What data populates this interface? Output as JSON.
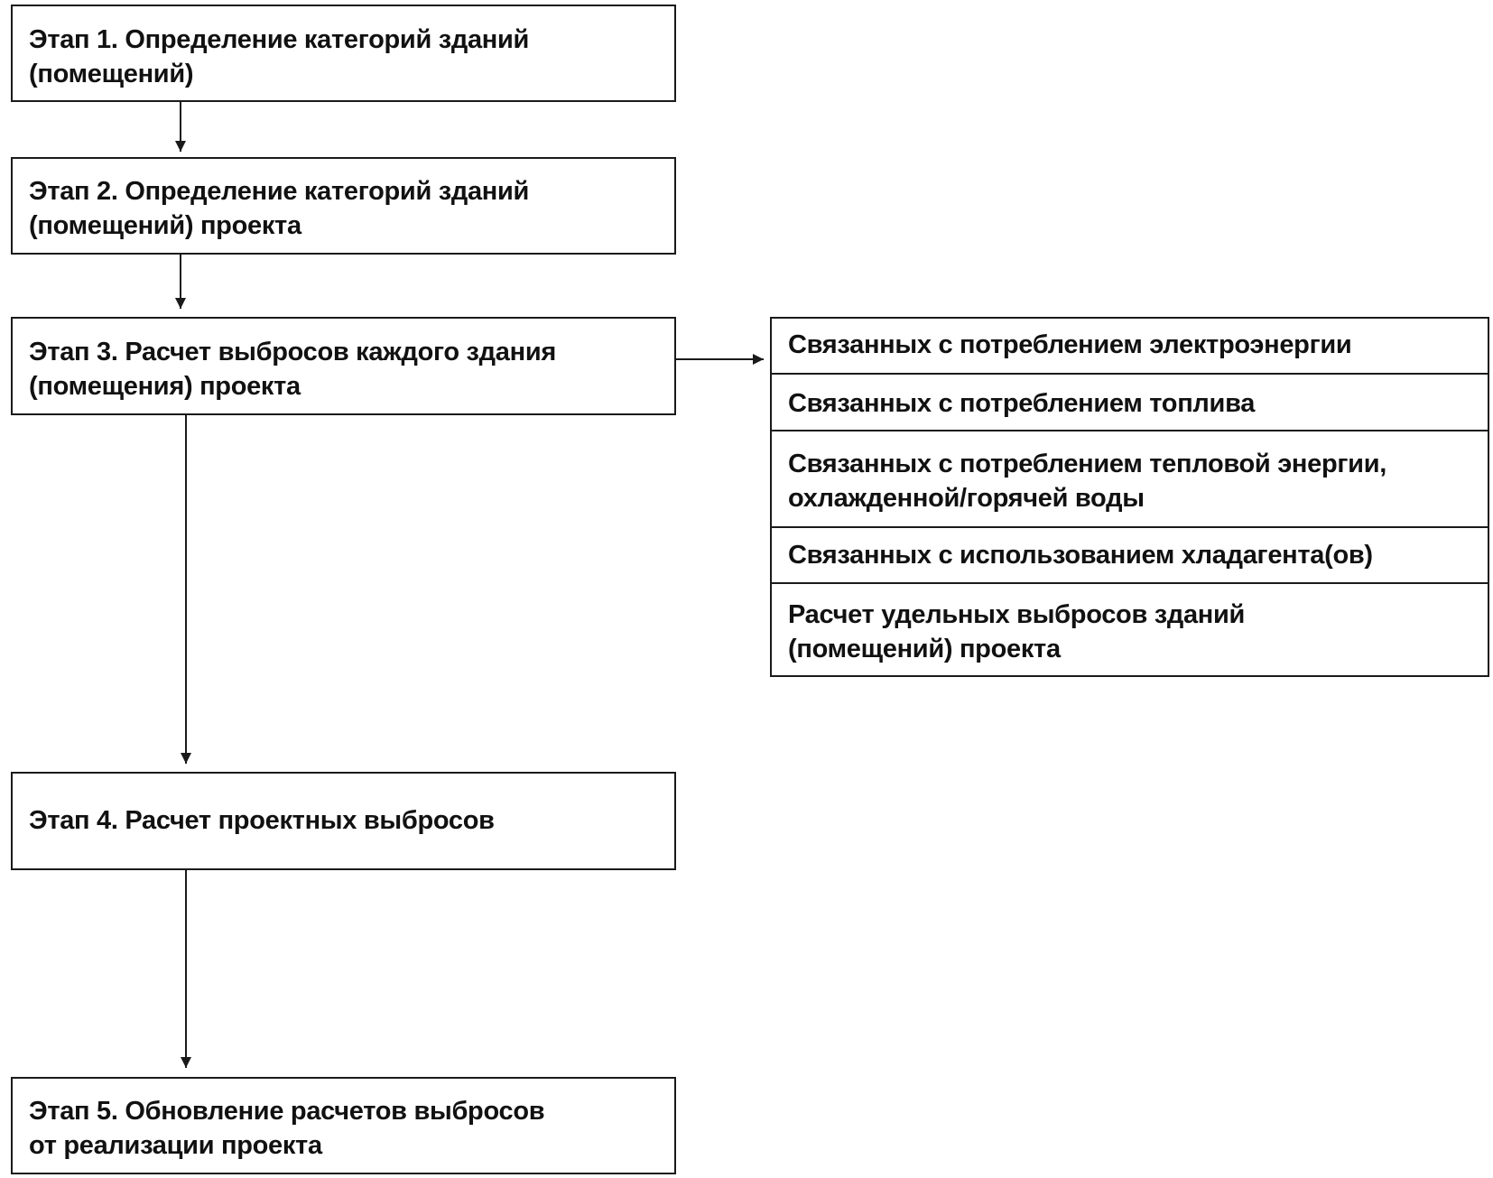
{
  "steps": [
    {
      "text": "Этап 1. Определение категорий зданий\n(помещений)"
    },
    {
      "text": "Этап 2. Определение категорий зданий\n(помещений) проекта"
    },
    {
      "text": "Этап 3. Расчет выбросов каждого здания\n(помещения) проекта"
    },
    {
      "text": "Этап 4. Расчет проектных выбросов"
    },
    {
      "text": "Этап 5. Обновление расчетов выбросов\nот реализации проекта"
    }
  ],
  "emissions_breakdown": [
    {
      "text": "Связанных с потреблением электроэнергии"
    },
    {
      "text": "Связанных с потреблением топлива"
    },
    {
      "text": "Связанных с потреблением тепловой энергии,\nохлажденной/горячей воды"
    },
    {
      "text": "Связанных с использованием хладагента(ов)"
    },
    {
      "text": "Расчет удельных выбросов зданий\n(помещений) проекта"
    }
  ]
}
